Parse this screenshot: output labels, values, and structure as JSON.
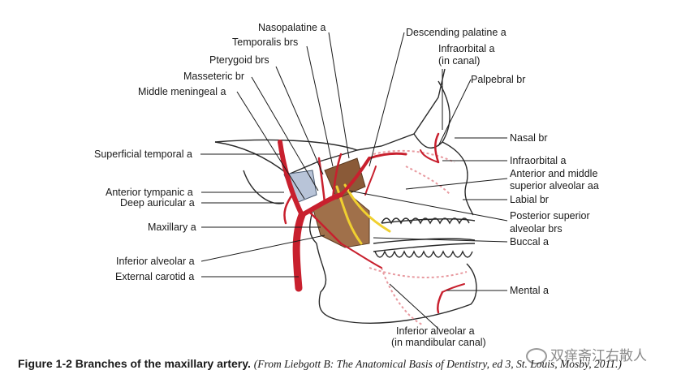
{
  "labels": {
    "nasopalatine": "Nasopalatine a",
    "descending_palatine": "Descending palatine a",
    "temporalis": "Temporalis brs",
    "infraorbital_canal_1": "Infraorbital a",
    "infraorbital_canal_2": "(in canal)",
    "pterygoid": "Pterygoid brs",
    "palpebral": "Palpebral br",
    "masseteric": "Masseteric br",
    "middle_meningeal": "Middle meningeal a",
    "nasal": "Nasal br",
    "superficial_temporal": "Superficial temporal a",
    "infraorbital": "Infraorbital a",
    "anterior_middle_1": "Anterior and middle",
    "anterior_middle_2": "superior alveolar aa",
    "anterior_tympanic": "Anterior tympanic a",
    "labial": "Labial br",
    "deep_auricular": "Deep auricular a",
    "posterior_superior_1": "Posterior superior",
    "posterior_superior_2": "alveolar brs",
    "maxillary": "Maxillary a",
    "buccal": "Buccal a",
    "inferior_alveolar": "Inferior alveolar a",
    "external_carotid": "External carotid a",
    "mental": "Mental a",
    "inferior_alveolar_canal_1": "Inferior alveolar  a",
    "inferior_alveolar_canal_2": "(in mandibular canal)"
  },
  "caption": {
    "number": "Figure 1-2",
    "title": "Branches of the maxillary artery.",
    "source": "(From Liebgott B: The Anatomical Basis of Dentistry, ed 3, St. Louis, Mosby, 2011.)"
  },
  "watermark": "双痒斋江右散人",
  "colors": {
    "artery": "#c8202e",
    "nerve": "#f0d030",
    "muscle": "#a0704a",
    "bone_outline": "#2a2a2a",
    "ligament": "#b8c4d8",
    "dotted_artery": "#e89aa0"
  }
}
